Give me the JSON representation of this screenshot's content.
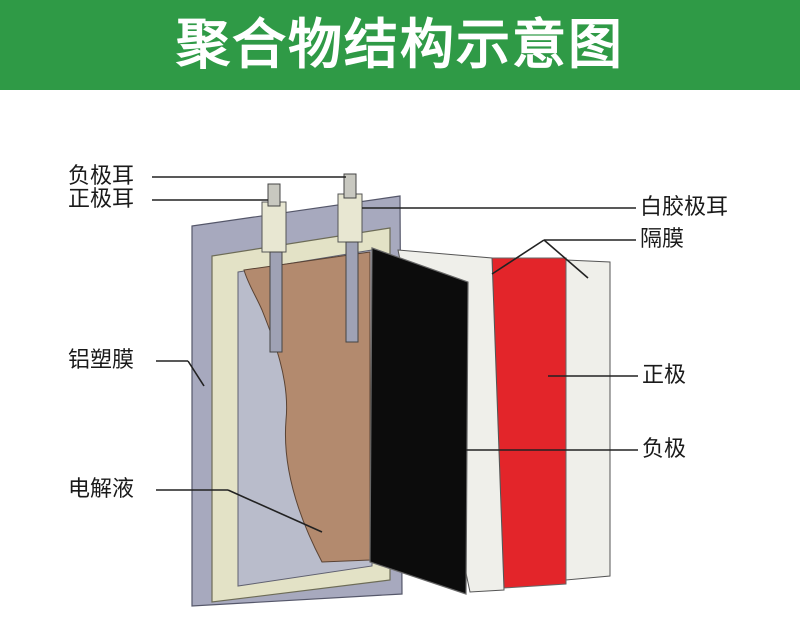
{
  "title": "聚合物结构示意图",
  "labels": {
    "negative_tab": "负极耳",
    "positive_tab": "正极耳",
    "aluminum_film": "铝塑膜",
    "electrolyte": "电解液",
    "tab_sealant": "白胶极耳",
    "separator": "隔膜",
    "cathode": "正极",
    "anode": "负极"
  },
  "colors": {
    "banner": "#2f9a46",
    "cathode": "#e3252a",
    "anode": "#0c0c0c",
    "electrolyte": "#b38a6e",
    "aluminum_film": "#a7a9be",
    "sealant": "#e3e2c6",
    "separator": "#efefea"
  }
}
